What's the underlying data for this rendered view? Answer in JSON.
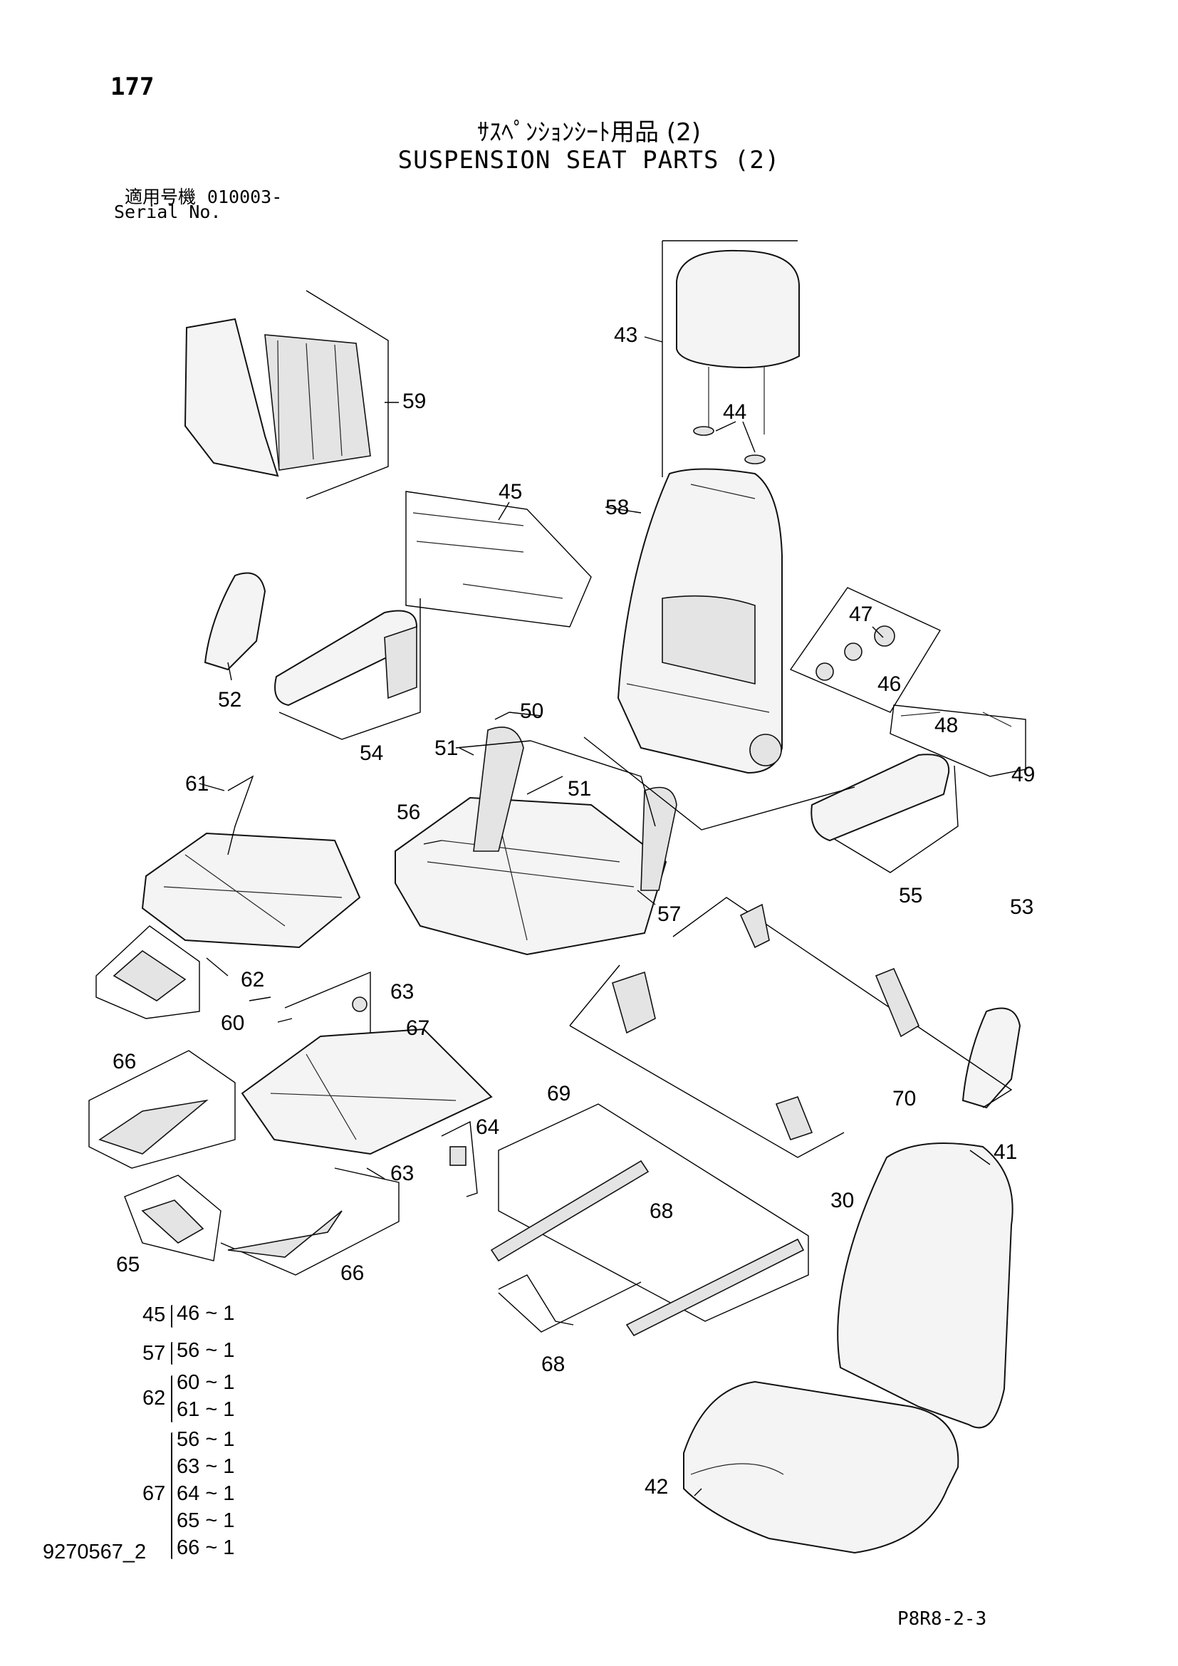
{
  "page_number": "177",
  "title_jp": "ｻｽﾍﾟﾝｼｮﾝｼｰﾄ用品 (2)",
  "title_en": "SUSPENSION SEAT PARTS (2)",
  "serial": {
    "label_jp": "適用号機",
    "value": "010003-",
    "label_en": "Serial No."
  },
  "callouts": [
    "43",
    "44",
    "59",
    "45",
    "58",
    "47",
    "46",
    "48",
    "49",
    "52",
    "54",
    "50",
    "51",
    "56",
    "51",
    "57",
    "61",
    "55",
    "53",
    "62",
    "63",
    "60",
    "67",
    "66",
    "64",
    "63",
    "65",
    "66",
    "69",
    "68",
    "68",
    "70",
    "41",
    "30",
    "42"
  ],
  "kits": [
    {
      "parent": "45",
      "children": [
        "46 ~ 1"
      ]
    },
    {
      "parent": "57",
      "children": [
        "56 ~ 1"
      ]
    },
    {
      "parent": "62",
      "children": [
        "60 ~ 1",
        "61 ~ 1"
      ]
    },
    {
      "parent": "67",
      "children": [
        "56 ~ 1",
        "63 ~ 1",
        "64 ~ 1",
        "65 ~ 1",
        "66 ~ 1"
      ]
    }
  ],
  "drawing_number": "9270567_2",
  "page_code": "P8R8-2-3"
}
